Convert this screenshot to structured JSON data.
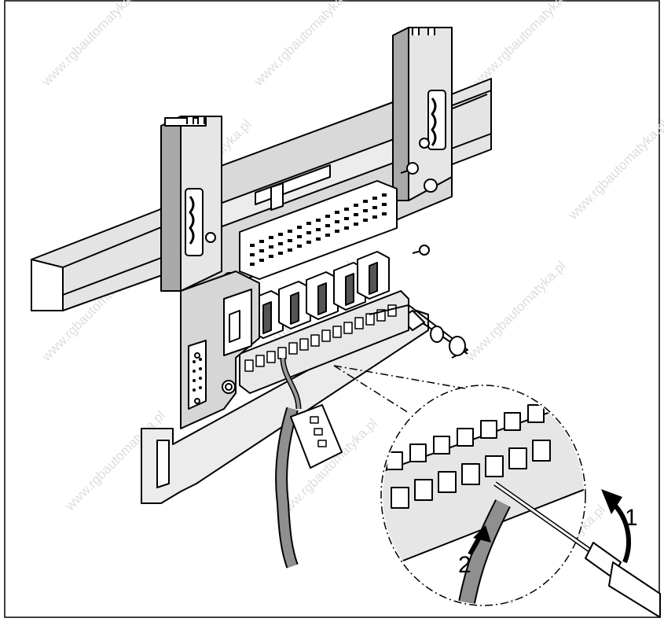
{
  "figure": {
    "callouts": [
      {
        "id": "step-1",
        "text": "1"
      },
      {
        "id": "step-2",
        "text": "2"
      }
    ],
    "watermark": "www.rgbautomatyka.pl",
    "colors": {
      "line": "#000000",
      "fill_light": "#ffffff",
      "fill_mid": "#e2e2e2",
      "fill_dark": "#a8a8a8",
      "fill_cable": "#8f8f8f"
    }
  }
}
